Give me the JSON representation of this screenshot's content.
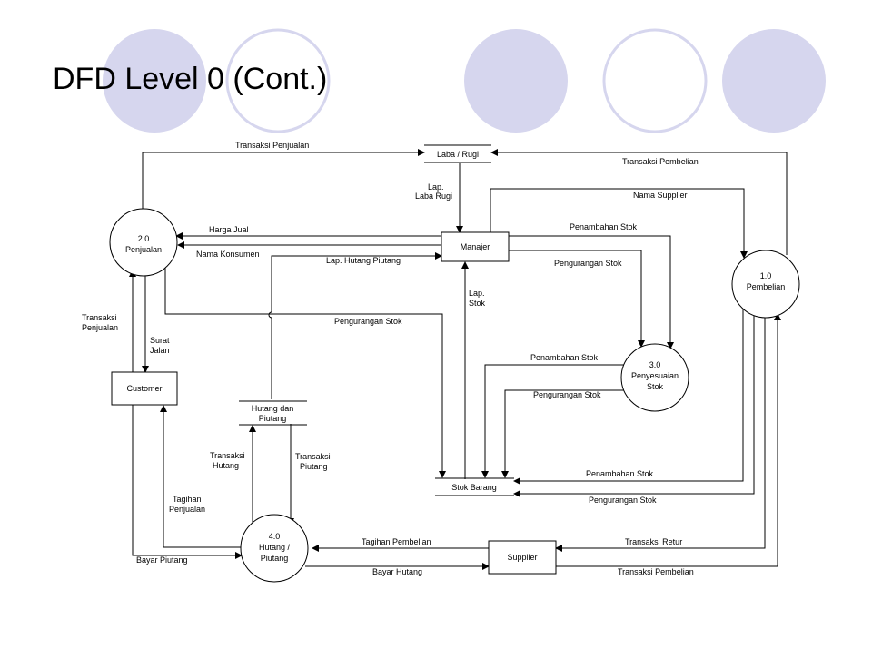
{
  "slide": {
    "title": "DFD Level  0 (Cont.)",
    "decor_fill": "#d9d9f0",
    "decor_stroke": "#d9d9f0"
  },
  "processes": {
    "p1": {
      "num": "1.0",
      "name": "Pembelian"
    },
    "p2": {
      "num": "2.0",
      "name": "Penjualan"
    },
    "p3": {
      "num": "3.0",
      "name1": "Penyesuaian",
      "name2": "Stok"
    },
    "p4": {
      "num": "4.0",
      "name1": "Hutang /",
      "name2": "Piutang"
    }
  },
  "entities": {
    "manajer": "Manajer",
    "customer": "Customer",
    "supplier": "Supplier"
  },
  "stores": {
    "laba_rugi": "Laba / Rugi",
    "hutang_piutang_1": "Hutang dan",
    "hutang_piutang_2": "Piutang",
    "stok_barang": "Stok Barang"
  },
  "flows": {
    "transaksi_penjualan_top": "Transaksi Penjualan",
    "transaksi_pembelian_top": "Transaksi Pembelian",
    "lap_laba_rugi_1": "Lap.",
    "lap_laba_rugi_2": "Laba Rugi",
    "nama_supplier": "Nama Supplier",
    "harga_jual": "Harga Jual",
    "penambahan_stok_manajer": "Penambahan Stok",
    "nama_konsumen": "Nama Konsumen",
    "lap_hutang_piutang": "Lap. Hutang Piutang",
    "pengurangan_stok_manajer": "Pengurangan Stok",
    "lap_stok_1": "Lap.",
    "lap_stok_2": "Stok",
    "transaksi_penjualan_left_1": "Transaksi",
    "transaksi_penjualan_left_2": "Penjualan",
    "surat_jalan_1": "Surat",
    "surat_jalan_2": "Jalan",
    "pengurangan_stok_penjualan": "Pengurangan Stok",
    "penambahan_stok_p3": "Penambahan Stok",
    "pengurangan_stok_p3": "Pengurangan Stok",
    "transaksi_hutang_1": "Transaksi",
    "transaksi_hutang_2": "Hutang",
    "transaksi_piutang_1": "Transaksi",
    "transaksi_piutang_2": "Piutang",
    "penambahan_stok_p1": "Penambahan Stok",
    "pengurangan_stok_p1": "Pengurangan Stok",
    "tagihan_penjualan_1": "Tagihan",
    "tagihan_penjualan_2": "Penjualan",
    "tagihan_pembelian": "Tagihan Pembelian",
    "transaksi_retur": "Transaksi Retur",
    "bayar_piutang": "Bayar Piutang",
    "bayar_hutang": "Bayar Hutang",
    "transaksi_pembelian_bottom": "Transaksi Pembelian"
  }
}
